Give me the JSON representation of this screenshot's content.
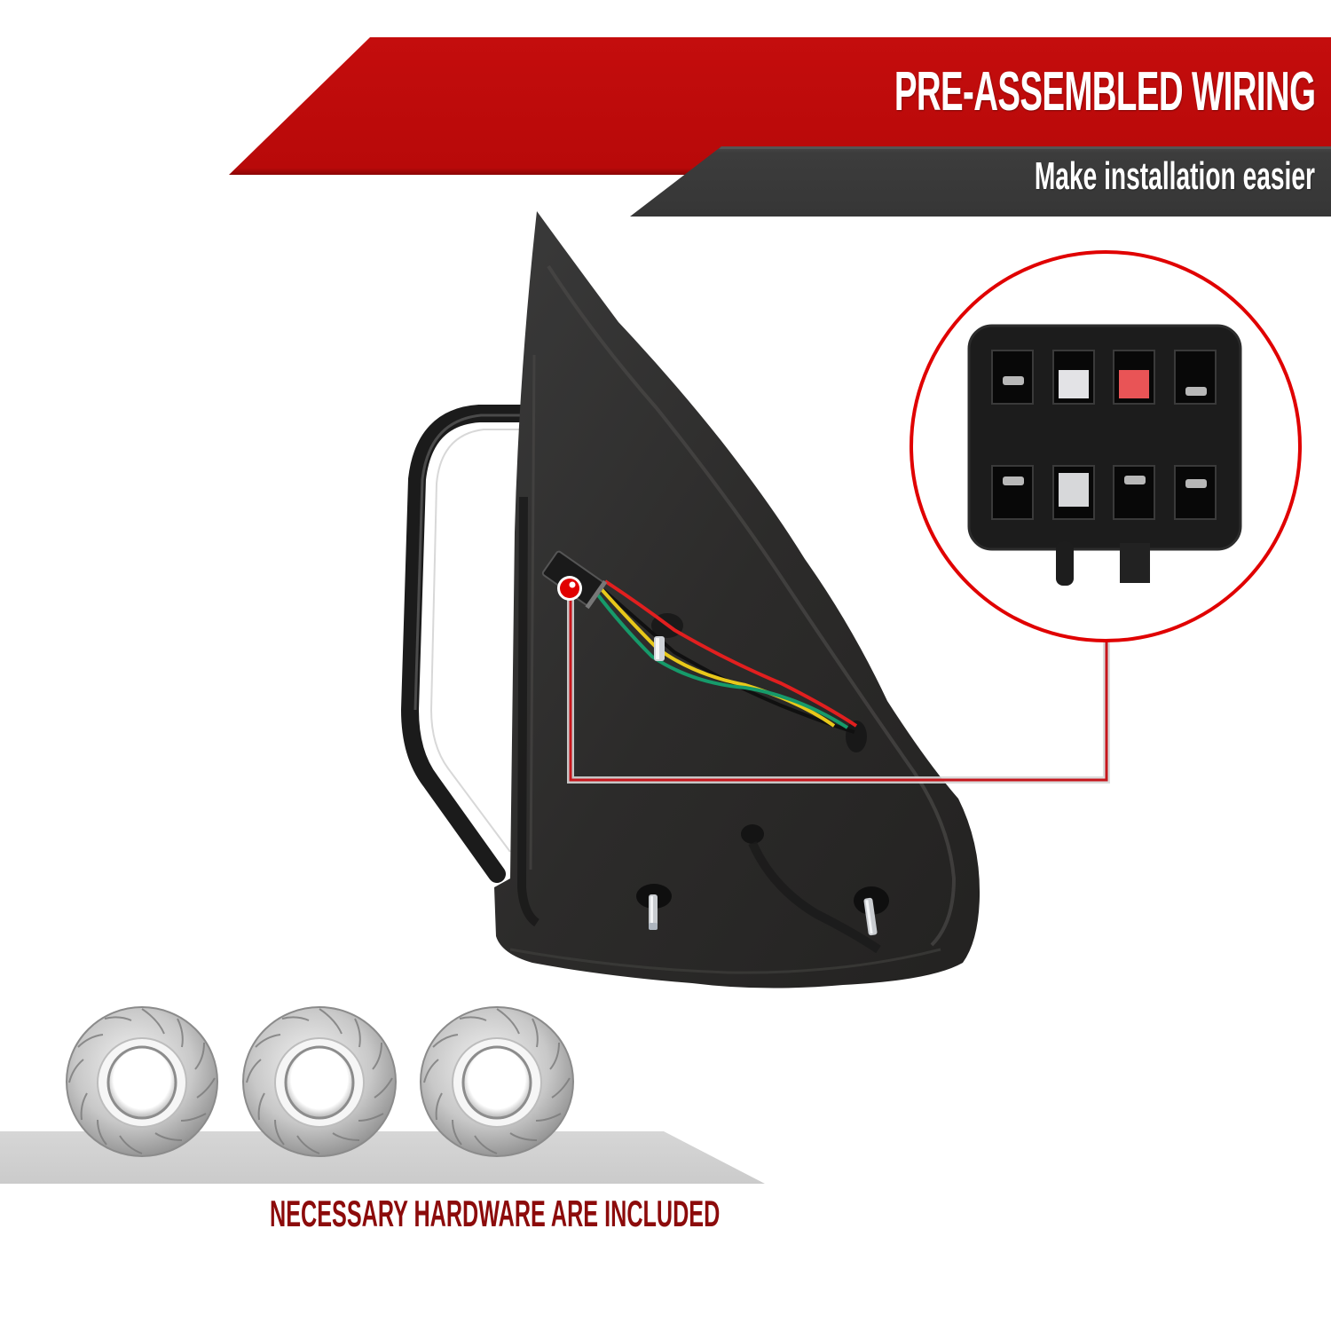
{
  "header": {
    "title": "PRE-ASSEMBLED WIRING",
    "subtitle": "Make installation easier"
  },
  "footer": {
    "caption": "NECESSARY HARDWARE ARE INCLUDED"
  },
  "product": {
    "name": "side-mirror",
    "wire_colors": [
      "#e02020",
      "#e8c81a",
      "#169a6a",
      "#151515"
    ],
    "connector_pins": 8,
    "hardware_count": 3
  },
  "colors": {
    "banner_red": "#bc0a0a",
    "banner_dark": "#3a3a3a",
    "callout_red": "#e00000",
    "footer_text": "#8c0b0b",
    "shelf_grey": "#d3d3d3"
  },
  "icons": {
    "callout_marker": "red-dot-marker",
    "hardware": "flange-nut"
  }
}
